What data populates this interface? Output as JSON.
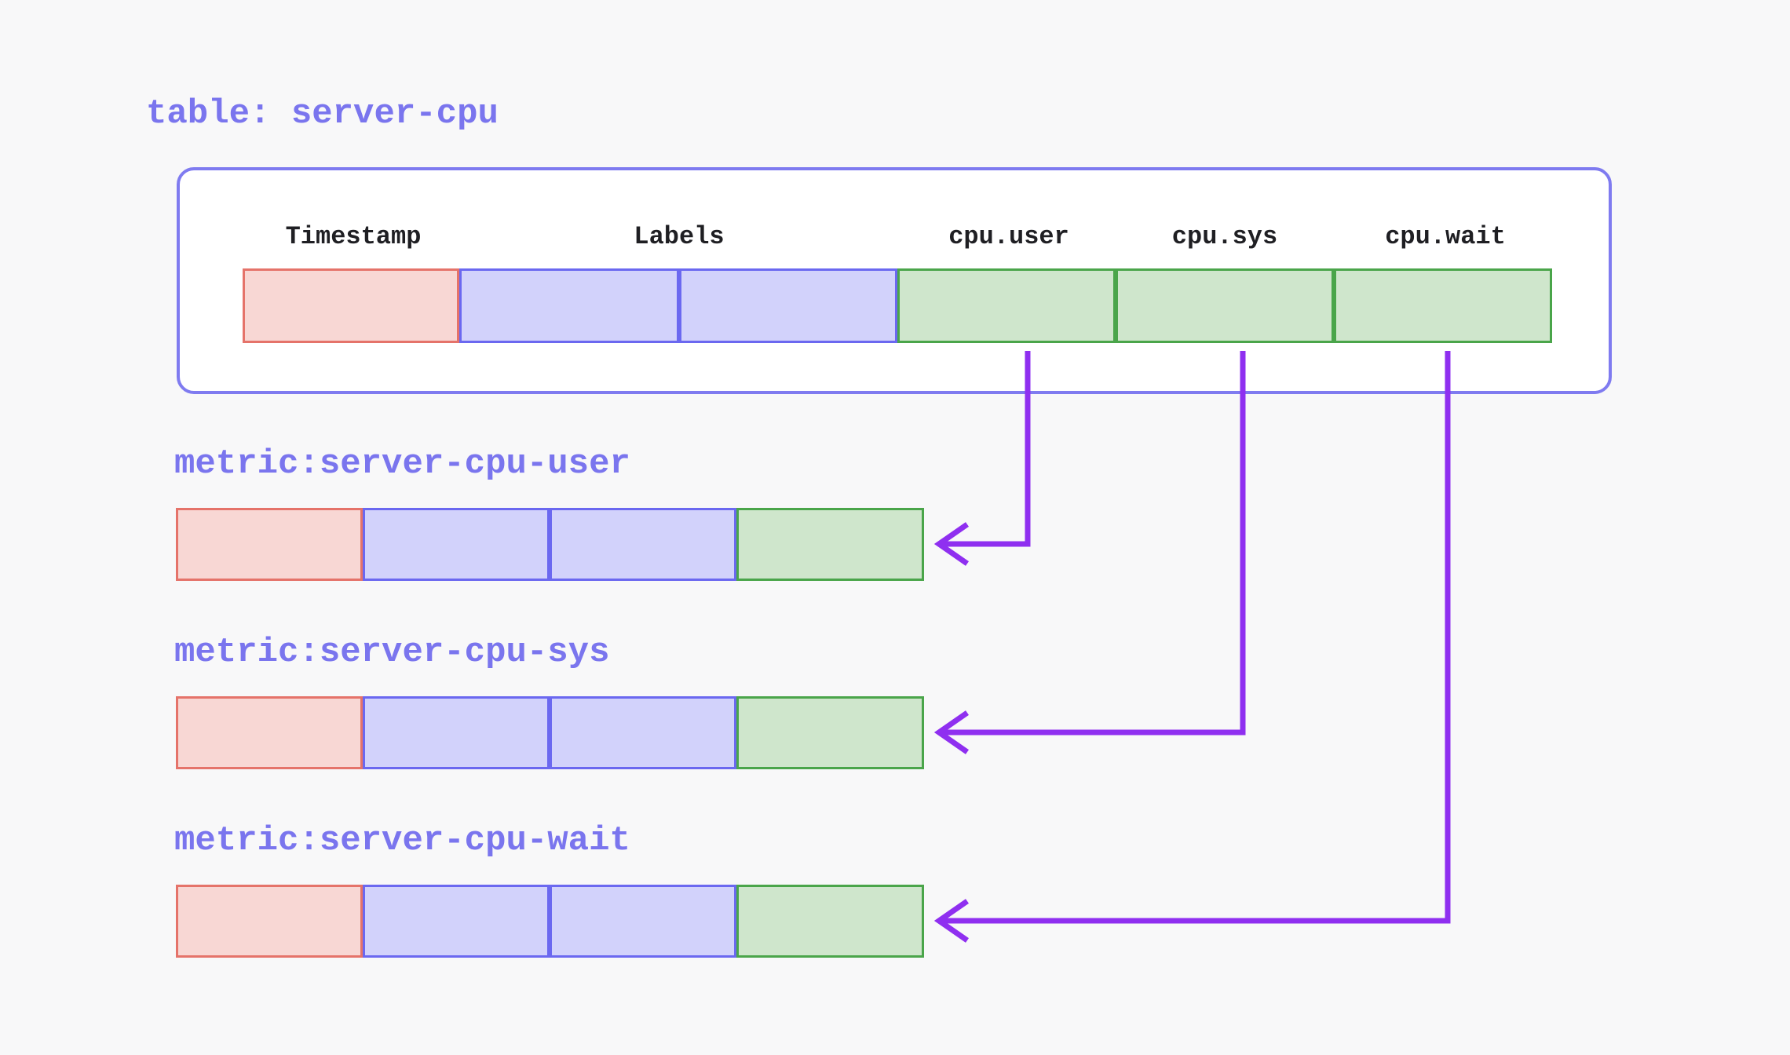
{
  "colors": {
    "page_background": "#f8f8f9",
    "box_background": "#ffffff",
    "box_border": "#7f7bf0",
    "title_text": "#7a75ee",
    "header_text": "#1f1f23",
    "timestamp_cell_fill": "#f8d7d4",
    "timestamp_cell_border": "#e5736a",
    "labels_cell_fill": "#d2d2fb",
    "labels_cell_border": "#6b68f0",
    "value_cell_fill": "#cfe6cc",
    "value_cell_border": "#4aa54a",
    "arrow": "#8f2ff0"
  },
  "table": {
    "title": "table: server-cpu",
    "columns": [
      "Timestamp",
      "Labels",
      "cpu.user",
      "cpu.sys",
      "cpu.wait"
    ],
    "row_cells": [
      "timestamp",
      "label",
      "label",
      "value",
      "value",
      "value"
    ]
  },
  "metrics": [
    {
      "title": "metric:server-cpu-user",
      "source_column": "cpu.user",
      "row_cells": [
        "timestamp",
        "label",
        "label",
        "value"
      ]
    },
    {
      "title": "metric:server-cpu-sys",
      "source_column": "cpu.sys",
      "row_cells": [
        "timestamp",
        "label",
        "label",
        "value"
      ]
    },
    {
      "title": "metric:server-cpu-wait",
      "source_column": "cpu.wait",
      "row_cells": [
        "timestamp",
        "label",
        "label",
        "value"
      ]
    }
  ]
}
